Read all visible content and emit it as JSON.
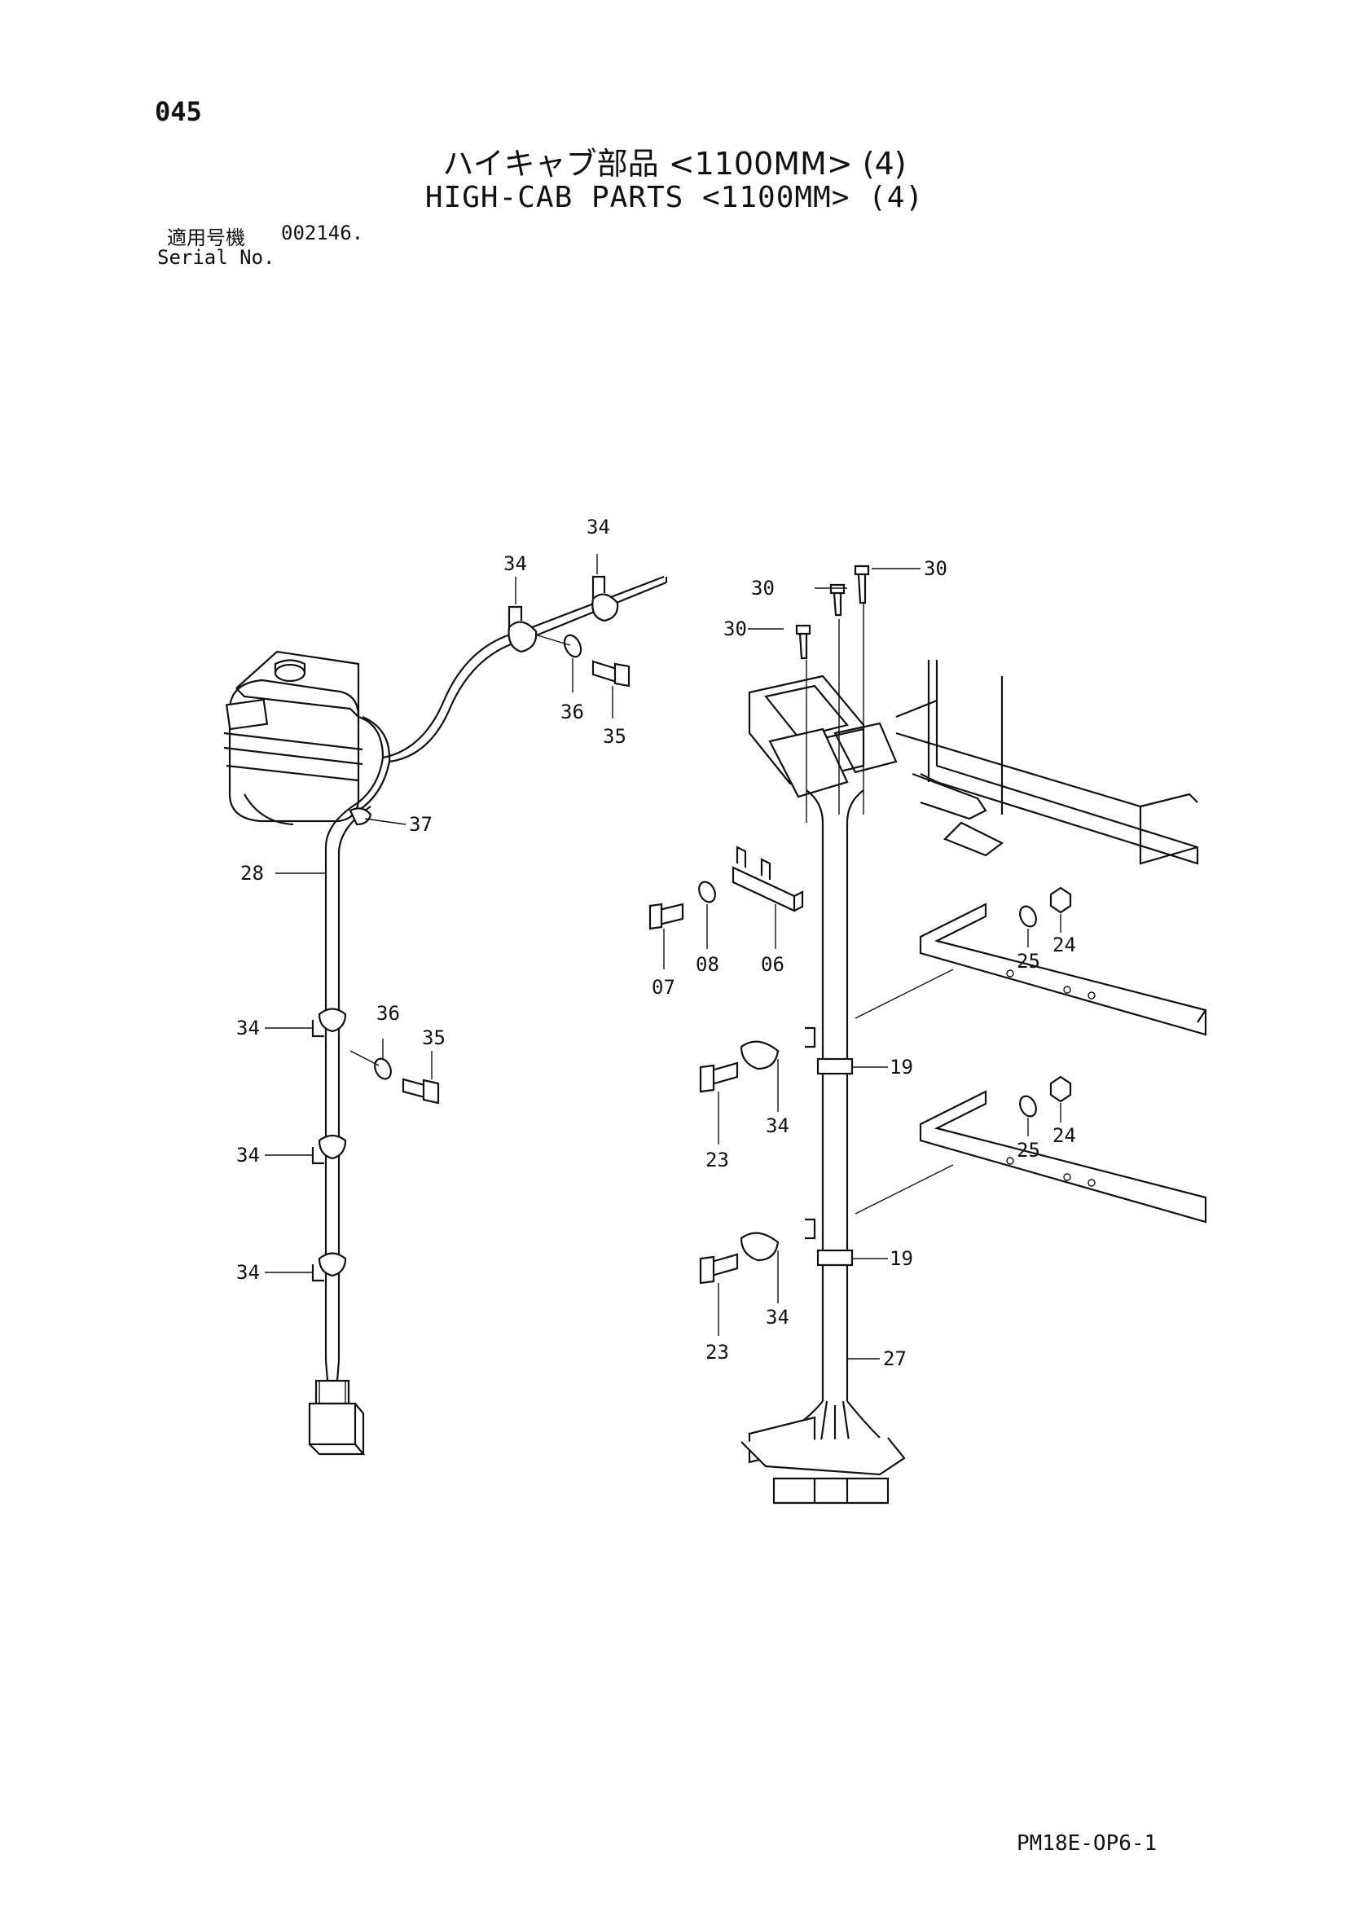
{
  "header": {
    "page_number": "045",
    "title_jp": "ハイキャブ部品 <1100MM> (4)",
    "title_en": "HIGH-CAB PARTS <1100MM> (4)",
    "serial_label_jp": "適用号機",
    "serial_value": "002146.",
    "serial_label_en": "Serial No."
  },
  "footer": {
    "doc_code": "PM18E-OP6-1"
  },
  "callouts": [
    {
      "id": "c34a",
      "label": "34"
    },
    {
      "id": "c34b",
      "label": "34"
    },
    {
      "id": "c36a",
      "label": "36"
    },
    {
      "id": "c35a",
      "label": "35"
    },
    {
      "id": "c37",
      "label": "37"
    },
    {
      "id": "c28",
      "label": "28"
    },
    {
      "id": "c34c",
      "label": "34"
    },
    {
      "id": "c36b",
      "label": "36"
    },
    {
      "id": "c35b",
      "label": "35"
    },
    {
      "id": "c34d",
      "label": "34"
    },
    {
      "id": "c34e",
      "label": "34"
    },
    {
      "id": "c30a",
      "label": "30"
    },
    {
      "id": "c30b",
      "label": "30"
    },
    {
      "id": "c30c",
      "label": "30"
    },
    {
      "id": "c07",
      "label": "07"
    },
    {
      "id": "c08",
      "label": "08"
    },
    {
      "id": "c06",
      "label": "06"
    },
    {
      "id": "c25a",
      "label": "25"
    },
    {
      "id": "c24a",
      "label": "24"
    },
    {
      "id": "c19a",
      "label": "19"
    },
    {
      "id": "c34f",
      "label": "34"
    },
    {
      "id": "c23a",
      "label": "23"
    },
    {
      "id": "c25b",
      "label": "25"
    },
    {
      "id": "c24b",
      "label": "24"
    },
    {
      "id": "c19b",
      "label": "19"
    },
    {
      "id": "c34g",
      "label": "34"
    },
    {
      "id": "c23b",
      "label": "23"
    },
    {
      "id": "c27",
      "label": "27"
    }
  ]
}
